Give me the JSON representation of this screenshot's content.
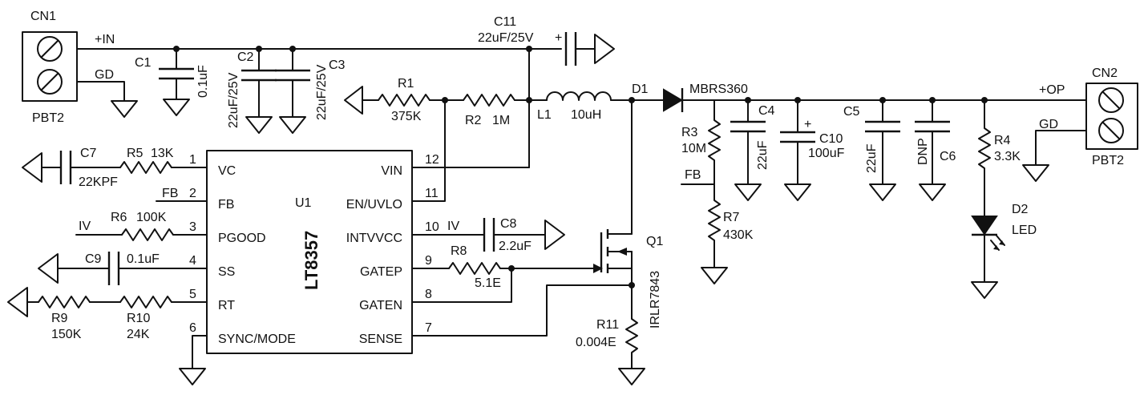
{
  "connectors": {
    "cn1": {
      "ref": "CN1",
      "type": "PBT2"
    },
    "cn2": {
      "ref": "CN2",
      "type": "PBT2"
    }
  },
  "nets": {
    "in": "+IN",
    "op": "+OP",
    "gd1": "GD",
    "gd2": "GD",
    "fb_pin": "FB",
    "fb_node": "FB",
    "iv1": "IV",
    "iv2": "IV"
  },
  "ic": {
    "ref": "U1",
    "part": "LT8357",
    "left_pins": [
      {
        "num": "1",
        "name": "VC"
      },
      {
        "num": "2",
        "name": "FB"
      },
      {
        "num": "3",
        "name": "PGOOD"
      },
      {
        "num": "4",
        "name": "SS"
      },
      {
        "num": "5",
        "name": "RT"
      },
      {
        "num": "6",
        "name": "SYNC/MODE"
      }
    ],
    "right_pins": [
      {
        "num": "12",
        "name": "VIN"
      },
      {
        "num": "11",
        "name": "EN/UVLO"
      },
      {
        "num": "10",
        "name": "INTVVCC"
      },
      {
        "num": "9",
        "name": "GATEP"
      },
      {
        "num": "8",
        "name": "GATEN"
      },
      {
        "num": "7",
        "name": "SENSE"
      }
    ]
  },
  "components": {
    "c1": {
      "ref": "C1",
      "value": "0.1uF"
    },
    "c2": {
      "ref": "C2",
      "value": "22uF/25V"
    },
    "c3": {
      "ref": "C3",
      "value": "22uF/25V"
    },
    "c11": {
      "ref": "C11",
      "value": "22uF/25V",
      "polarity": "+"
    },
    "r1": {
      "ref": "R1",
      "value": "375K"
    },
    "r2": {
      "ref": "R2",
      "value": "1M"
    },
    "l1": {
      "ref": "L1",
      "value": "10uH"
    },
    "d1": {
      "ref": "D1",
      "value": "MBRS360"
    },
    "c7": {
      "ref": "C7",
      "value": "22KPF"
    },
    "r5": {
      "ref": "R5",
      "value": "13K"
    },
    "r6": {
      "ref": "R6",
      "value": "100K"
    },
    "c9": {
      "ref": "C9",
      "value": "0.1uF"
    },
    "r9": {
      "ref": "R9",
      "value": "150K"
    },
    "r10": {
      "ref": "R10",
      "value": "24K"
    },
    "c8": {
      "ref": "C8",
      "value": "2.2uF"
    },
    "r8": {
      "ref": "R8",
      "value": "5.1E"
    },
    "q1": {
      "ref": "Q1",
      "value": "IRLR7843"
    },
    "r11": {
      "ref": "R11",
      "value": "0.004E"
    },
    "r3": {
      "ref": "R3",
      "value": "10M"
    },
    "r7": {
      "ref": "R7",
      "value": "430K"
    },
    "c4": {
      "ref": "C4",
      "value": "22uF"
    },
    "c10": {
      "ref": "C10",
      "value": "100uF",
      "polarity": "+"
    },
    "c5": {
      "ref": "C5",
      "value": "22uF"
    },
    "c6": {
      "ref": "C6",
      "value": "DNP"
    },
    "r4": {
      "ref": "R4",
      "value": "3.3K"
    },
    "d2": {
      "ref": "D2",
      "value": "LED"
    }
  },
  "colors": {
    "ink": "#111111",
    "background": "#ffffff"
  }
}
